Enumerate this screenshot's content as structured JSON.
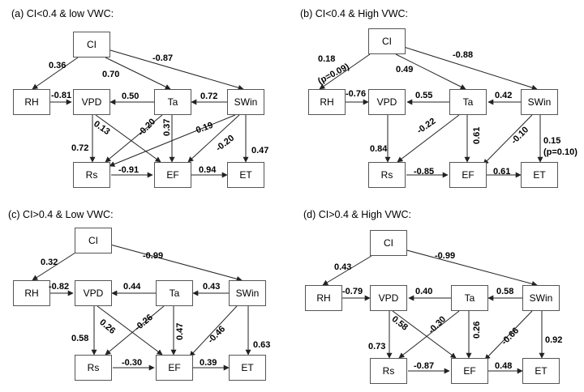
{
  "panels": [
    {
      "title": "(a) CI<0.4 & low VWC:",
      "nodes": {
        "ci": "CI",
        "rh": "RH",
        "vpd": "VPD",
        "ta": "Ta",
        "swin": "SWin",
        "rs": "Rs",
        "ef": "EF",
        "et": "ET"
      },
      "coefs": {
        "ci_rh": "0.36",
        "ci_ta": "0.70",
        "ci_swin": "-0.87",
        "rh_vpd": "-0.81",
        "ta_vpd": "0.50",
        "swin_ta": "0.72",
        "vpd_rs": "0.72",
        "vpd_ef": "0.13",
        "ta_rs": "-0.20",
        "ta_ef": "0.37",
        "swin_rs": "0.19",
        "swin_ef": "-0.20",
        "swin_et": "0.47",
        "rs_ef": "-0.91",
        "ef_et": "0.94"
      }
    },
    {
      "title": "(b) CI<0.4 &  High VWC:",
      "nodes": {
        "ci": "CI",
        "rh": "RH",
        "vpd": "VPD",
        "ta": "Ta",
        "swin": "SWin",
        "rs": "Rs",
        "ef": "EF",
        "et": "ET"
      },
      "coefs": {
        "ci_rh": "0.18",
        "ci_rh_p": "(p=0.09)",
        "ci_ta": "0.49",
        "ci_swin": "-0.88",
        "rh_vpd": "-0.76",
        "ta_vpd": "0.55",
        "swin_ta": "0.42",
        "vpd_rs": "0.84",
        "ta_rs": "-0.22",
        "ta_ef": "0.61",
        "swin_ef": "-0.10",
        "swin_et": "0.15",
        "swin_et_p": "(p=0.10)",
        "rs_ef": "-0.85",
        "ef_et": "0.61"
      }
    },
    {
      "title": "(c) CI>0.4 & Low VWC:",
      "nodes": {
        "ci": "CI",
        "rh": "RH",
        "vpd": "VPD",
        "ta": "Ta",
        "swin": "SWin",
        "rs": "Rs",
        "ef": "EF",
        "et": "ET"
      },
      "coefs": {
        "ci_rh": "0.32",
        "ci_swin": "-0.99",
        "rh_vpd": "-0.82",
        "ta_vpd": "0.44",
        "swin_ta": "0.43",
        "vpd_rs": "0.58",
        "vpd_ef": "0.26",
        "ta_rs": "-0.26",
        "ta_ef": "0.47",
        "swin_ef": "-0.46",
        "swin_et": "0.63",
        "rs_ef": "-0.30",
        "ef_et": "0.39"
      }
    },
    {
      "title": "(d) CI>0.4 & High VWC:",
      "nodes": {
        "ci": "CI",
        "rh": "RH",
        "vpd": "VPD",
        "ta": "Ta",
        "swin": "SWin",
        "rs": "Rs",
        "ef": "EF",
        "et": "ET"
      },
      "coefs": {
        "ci_rh": "0.43",
        "ci_swin": "-0.99",
        "rh_vpd": "-0.79",
        "ta_vpd": "0.40",
        "swin_ta": "0.58",
        "vpd_rs": "0.73",
        "vpd_ef": "0.58",
        "ta_rs": "-0.30",
        "ta_ef": "0.26",
        "swin_ef": "-0.66",
        "swin_et": "0.92",
        "rs_ef": "-0.87",
        "ef_et": "0.48"
      }
    }
  ]
}
